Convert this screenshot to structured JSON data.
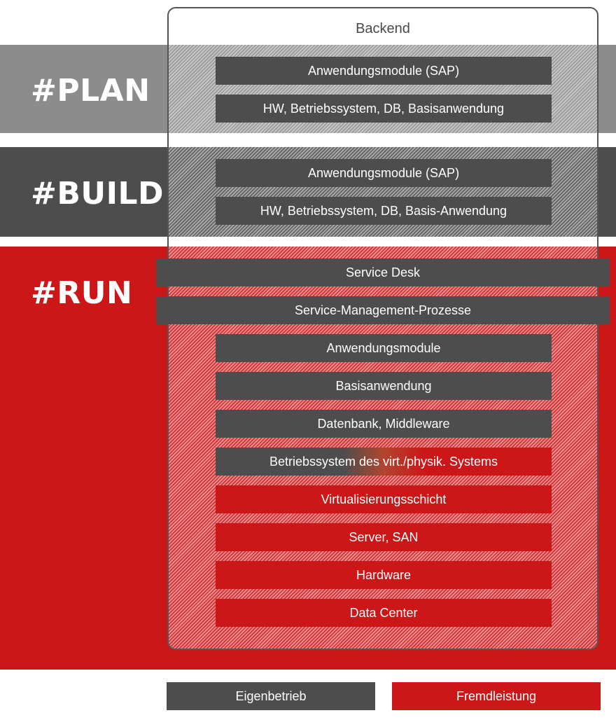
{
  "bands": {
    "plan": "#PLAN",
    "build": "#BUILD",
    "run": "#RUN"
  },
  "backend": {
    "title": "Backend"
  },
  "plan_items": [
    "Anwendungsmodule (SAP)",
    "HW, Betriebssystem, DB, Basisanwendung"
  ],
  "build_items": [
    "Anwendungsmodule (SAP)",
    "HW, Betriebssystem, DB, Basis-Anwendung"
  ],
  "run_wide_items": [
    "Service Desk",
    "Service-Management-Prozesse"
  ],
  "run_stack_items": [
    "Anwendungsmodule",
    "Basisanwendung",
    "Datenbank, Middleware",
    "Betriebssystem des virt./physik. Systems",
    "Virtualisierungsschicht",
    "Server, SAN",
    "Hardware",
    "Data Center"
  ],
  "legend": {
    "own": "Eigenbetrieb",
    "external": "Fremdleistung"
  },
  "colors": {
    "plan_band": "#8c8c8c",
    "build_band": "#4d4d4d",
    "run_band": "#cc1719",
    "eigenbetrieb": "#4d4d4d",
    "fremdleistung": "#cc1719"
  }
}
